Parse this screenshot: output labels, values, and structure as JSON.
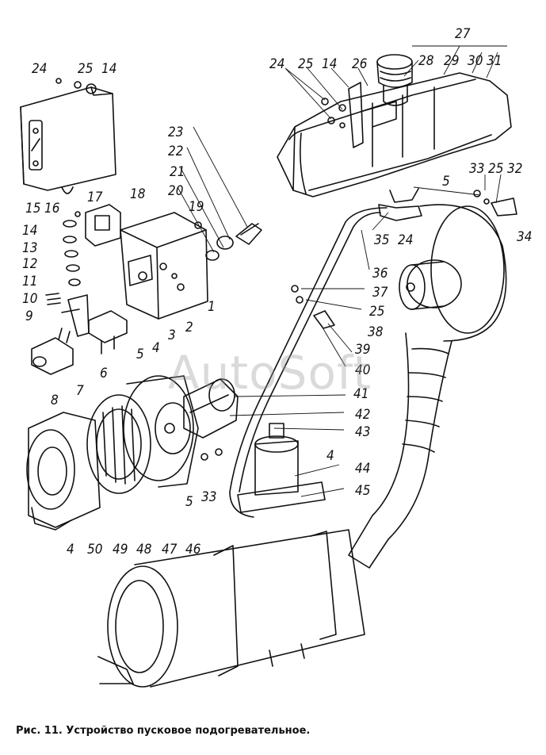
{
  "caption": "Рис. 11. Устройство пусковое подогревательное.",
  "watermark": "AutoSoft",
  "callout_labels": [
    "24",
    "25",
    "14",
    "27",
    "24",
    "25",
    "14",
    "26",
    "28",
    "29",
    "30",
    "31",
    "23",
    "22",
    "21",
    "20",
    "19",
    "18",
    "17",
    "15",
    "16",
    "14",
    "13",
    "12",
    "11",
    "10",
    "9",
    "8",
    "7",
    "6",
    "5",
    "4",
    "3",
    "2",
    "1",
    "5",
    "33",
    "25",
    "32",
    "34",
    "35",
    "24",
    "36",
    "37",
    "25",
    "38",
    "39",
    "40",
    "41",
    "42",
    "43",
    "4",
    "44",
    "45",
    "5",
    "33",
    "4",
    "50",
    "49",
    "48",
    "47",
    "46"
  ]
}
